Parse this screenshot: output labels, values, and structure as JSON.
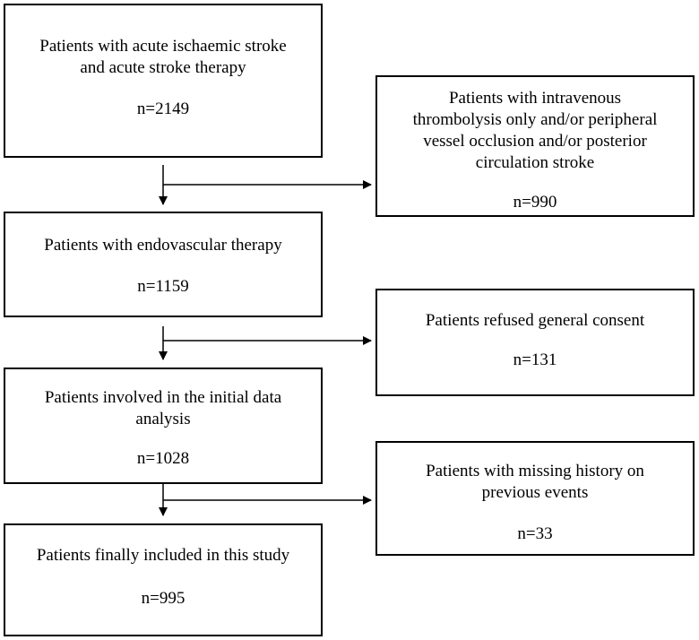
{
  "boxes": {
    "acute_stroke": {
      "title": "Patients with acute ischaemic stroke\nand acute stroke therapy",
      "count": "n=2149"
    },
    "excluded_ivt": {
      "title": "Patients with intravenous\nthrombolysis only and/or peripheral\nvessel occlusion and/or posterior\ncirculation stroke",
      "count": "n=990"
    },
    "endovascular": {
      "title": "Patients with endovascular therapy",
      "count": "n=1159"
    },
    "refused_consent": {
      "title": "Patients refused general consent",
      "count": "n=131"
    },
    "initial_analysis": {
      "title": "Patients involved in the initial data\nanalysis",
      "count": "n=1028"
    },
    "missing_history": {
      "title": "Patients with missing history on\nprevious events",
      "count": "n=33"
    },
    "final": {
      "title": "Patients finally included in this study",
      "count": "n=995"
    }
  },
  "colors": {
    "stroke": "#000000",
    "background": "#ffffff"
  }
}
